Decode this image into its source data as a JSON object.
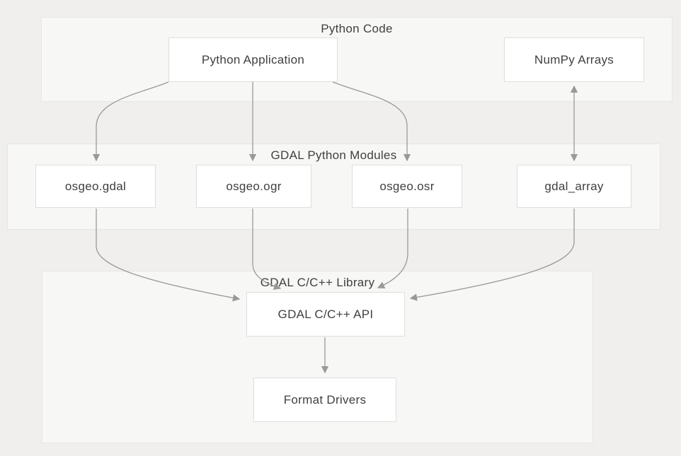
{
  "diagram": {
    "sections": [
      {
        "name": "python-code",
        "title": "Python Code"
      },
      {
        "name": "gdal-python-modules",
        "title": "GDAL Python Modules"
      },
      {
        "name": "gdal-c-library",
        "title": "GDAL C/C++ Library"
      }
    ],
    "nodes": [
      {
        "name": "python-application",
        "label": "Python Application",
        "section": "python-code"
      },
      {
        "name": "numpy-arrays",
        "label": "NumPy Arrays",
        "section": "python-code"
      },
      {
        "name": "osgeo-gdal",
        "label": "osgeo.gdal",
        "section": "gdal-python-modules"
      },
      {
        "name": "osgeo-ogr",
        "label": "osgeo.ogr",
        "section": "gdal-python-modules"
      },
      {
        "name": "osgeo-osr",
        "label": "osgeo.osr",
        "section": "gdal-python-modules"
      },
      {
        "name": "gdal-array",
        "label": "gdal_array",
        "section": "gdal-python-modules"
      },
      {
        "name": "gdal-cpp-api",
        "label": "GDAL C/C++ API",
        "section": "gdal-c-library"
      },
      {
        "name": "format-drivers",
        "label": "Format Drivers",
        "section": "gdal-c-library"
      }
    ],
    "edges": [
      {
        "from": "python-application",
        "to": "osgeo-gdal",
        "direction": "one-way"
      },
      {
        "from": "python-application",
        "to": "osgeo-ogr",
        "direction": "one-way"
      },
      {
        "from": "python-application",
        "to": "osgeo-osr",
        "direction": "one-way"
      },
      {
        "from": "numpy-arrays",
        "to": "gdal-array",
        "direction": "two-way"
      },
      {
        "from": "osgeo-gdal",
        "to": "gdal-cpp-api",
        "direction": "one-way"
      },
      {
        "from": "osgeo-ogr",
        "to": "gdal-cpp-api",
        "direction": "one-way"
      },
      {
        "from": "osgeo-osr",
        "to": "gdal-cpp-api",
        "direction": "one-way"
      },
      {
        "from": "gdal-array",
        "to": "gdal-cpp-api",
        "direction": "one-way"
      },
      {
        "from": "gdal-cpp-api",
        "to": "format-drivers",
        "direction": "one-way"
      }
    ],
    "colors": {
      "page_background": "#f0efed",
      "section_background": "#f7f7f6",
      "section_border": "#e8e6e4",
      "node_background": "#ffffff",
      "node_border": "#e0dedc",
      "arrow": "#999999",
      "text": "#404040"
    }
  }
}
